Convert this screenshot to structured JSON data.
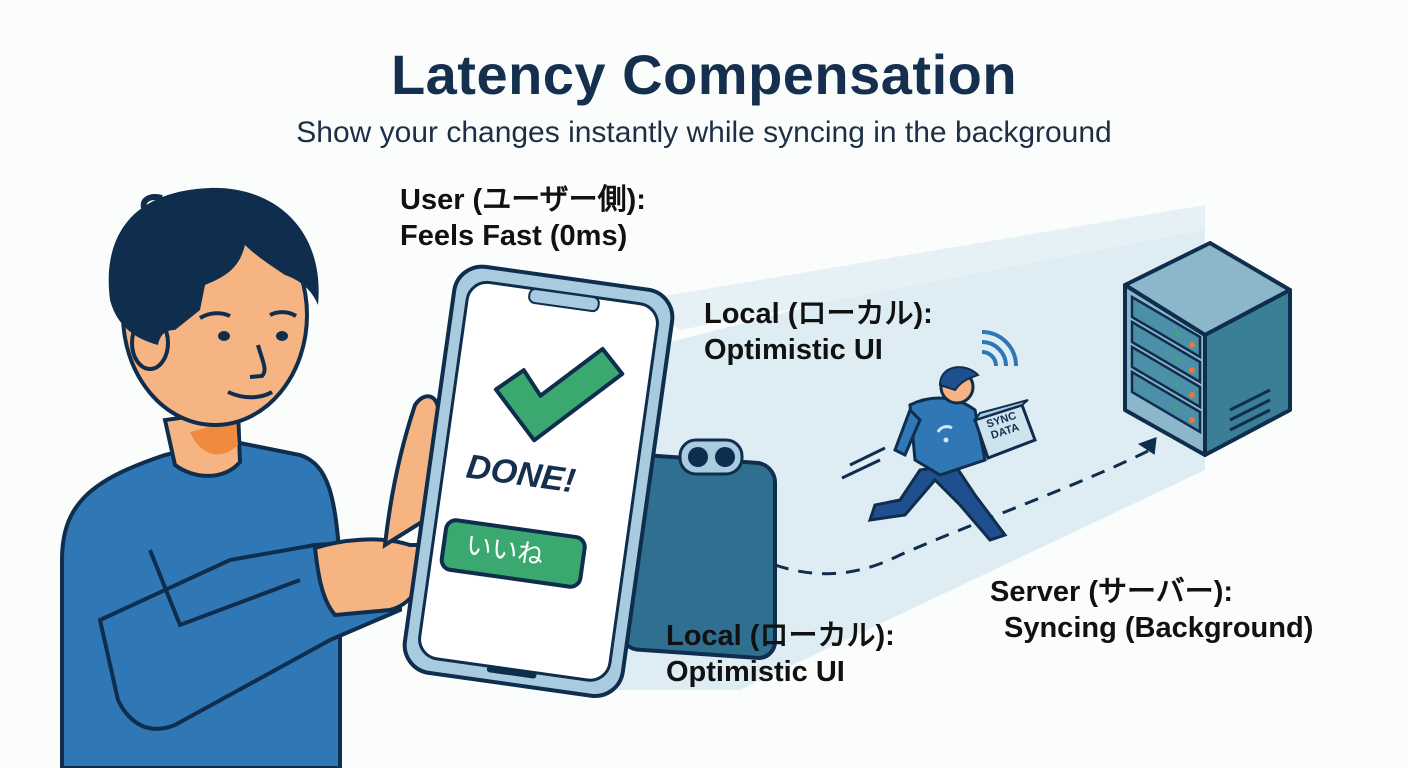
{
  "header": {
    "title": "Latency Compensation",
    "subtitle": "Show your changes instantly while syncing in the background"
  },
  "labels": {
    "user": {
      "line1": "User (ユーザー側):",
      "line2": "Feels Fast (0ms)"
    },
    "local_top": {
      "line1": "Local (ローカル):",
      "line2": "Optimistic UI"
    },
    "local_bottom": {
      "line1": "Local (ローカル):",
      "line2": "Optimistic UI"
    },
    "server": {
      "line1": "Server (サーバー):",
      "line2": "Syncing (Background)"
    }
  },
  "phone_screen": {
    "status_text": "DONE!",
    "like_button_label": "いいね",
    "check_icon": "checkmark-icon"
  },
  "courier": {
    "box_label_line1": "SYNC",
    "box_label_line2": "DATA",
    "icons": [
      "wifi-signal-icon",
      "wifi-shirt-logo-icon"
    ]
  },
  "server_rack": {
    "units": 4,
    "icon": "server-icon"
  },
  "colors": {
    "title": "#15304f",
    "shirt_blue": "#2f78b5",
    "outline": "#0f2d4c",
    "skin": "#f5b482",
    "accent_green": "#3aa86f",
    "beam_light_blue": "#d7e9f1",
    "server_teal": "#3b7f97"
  }
}
